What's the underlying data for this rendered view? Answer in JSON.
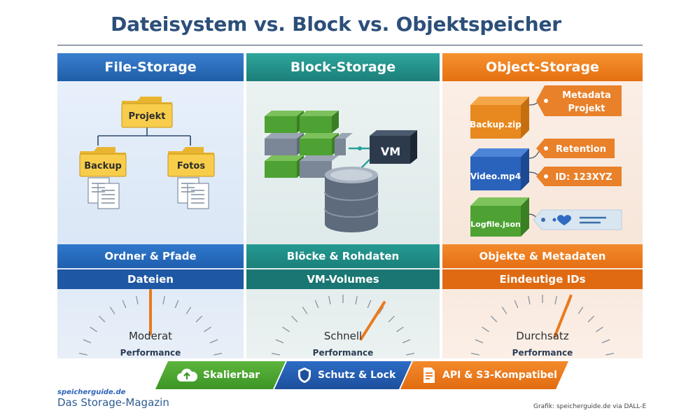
{
  "title": "Dateisystem vs. Block vs. Objektspeicher",
  "columns": [
    {
      "header": "File-Storage",
      "folders": {
        "root": "Projekt",
        "left": "Backup",
        "right": "Fotos"
      },
      "band1": "Ordner & Pfade",
      "band2": "Dateien",
      "gauge_value": "Moderat",
      "gauge_label": "Performance",
      "accent": "#1f5ea8"
    },
    {
      "header": "Block-Storage",
      "vm_label": "VM",
      "band1": "Blöcke & Rohdaten",
      "band2": "VM-Volumes",
      "gauge_value": "Schnell",
      "gauge_label": "Performance",
      "accent": "#1b7f79"
    },
    {
      "header": "Object-Storage",
      "objects": [
        "Backup.zip",
        "Video.mp4",
        "Logfile.json"
      ],
      "tags": [
        "Metadata",
        "Projekt",
        "Retention",
        "ID: 123XYZ"
      ],
      "band1": "Objekte & Metadaten",
      "band2": "Eindeutige IDs",
      "gauge_value": "Durchsatz",
      "gauge_label": "Performance",
      "accent": "#e57010"
    }
  ],
  "gauges": [
    {
      "level": 0.5
    },
    {
      "level": 0.68
    },
    {
      "level": 0.62
    }
  ],
  "badges": [
    {
      "label": "Skalierbar",
      "icon": "cloud-upload-icon",
      "color": "#3c9526"
    },
    {
      "label": "Schutz & Lock",
      "icon": "shield-icon",
      "color": "#1d4f9c"
    },
    {
      "label": "API & S3-Kompatibel",
      "icon": "document-icon",
      "color": "#e26b10"
    }
  ],
  "brand": {
    "site": "speicherguide.de",
    "tagline": "Das Storage-Magazin"
  },
  "credit": "Grafik: speicherguide.de via DALL-E"
}
